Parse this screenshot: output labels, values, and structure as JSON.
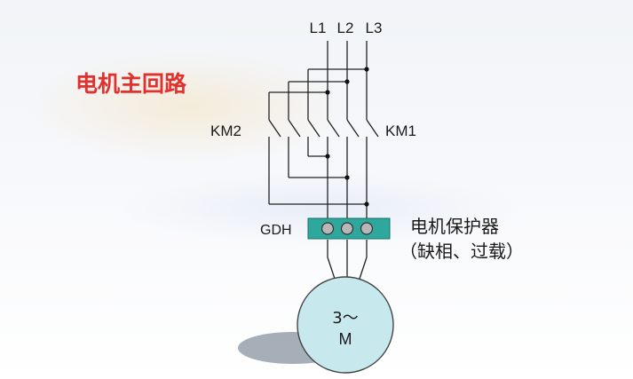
{
  "title": "电机主回路",
  "lines": {
    "l1": "L1",
    "l2": "L2",
    "l3": "L3"
  },
  "contactors": {
    "left": "KM2",
    "right": "KM1"
  },
  "protector": {
    "tag": "GDH",
    "name": "电机保护器",
    "note": "（缺相、过载）"
  },
  "motor": {
    "phase": "3～",
    "letter": "M"
  },
  "colors": {
    "title": "#e0312e",
    "protector_fill": "#2ea89c",
    "terminal_fill": "#b7b7b7",
    "motor_fill": "#c7e9ee",
    "wire": "#222222"
  }
}
